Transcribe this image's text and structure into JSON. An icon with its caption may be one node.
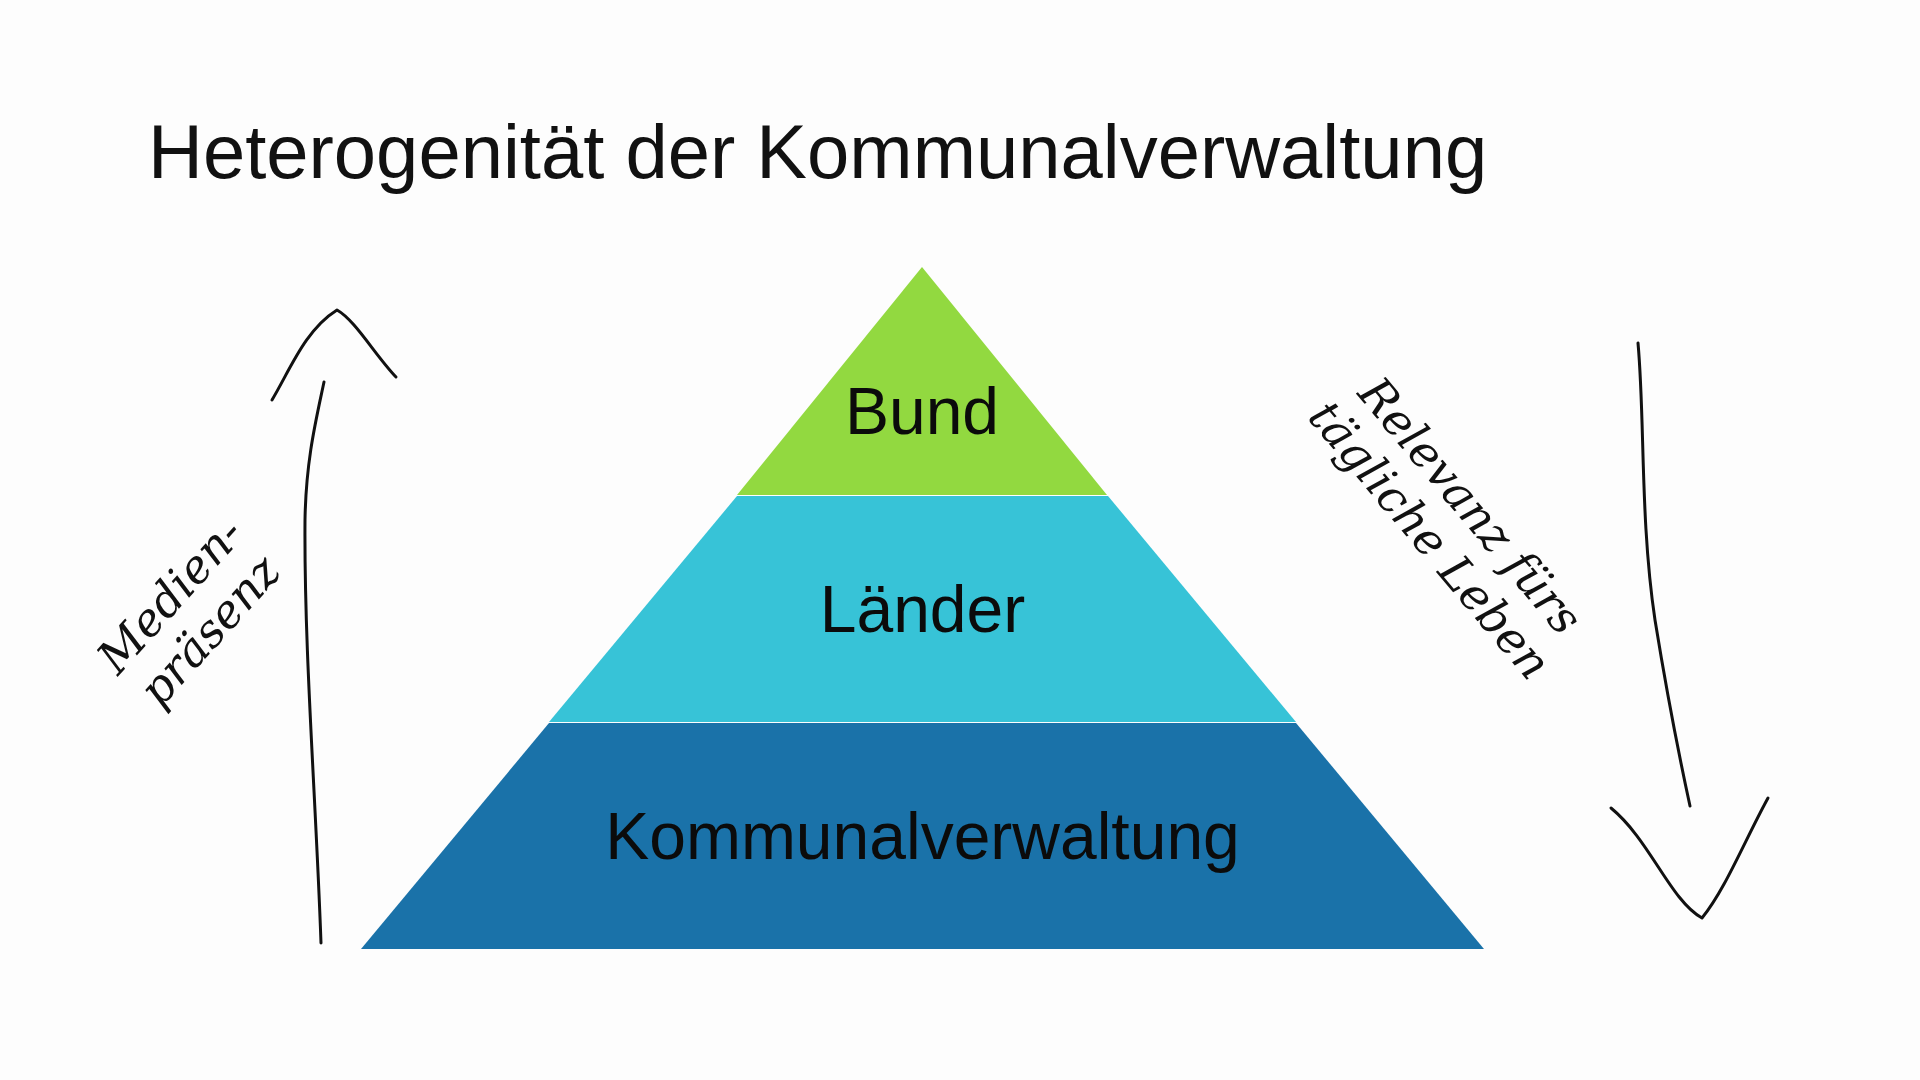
{
  "diagram": {
    "title": "Heterogenität der Kommunalverwaltung",
    "nodes": [
      {
        "text": [
          "Bund"
        ]
      },
      {
        "text": [
          "Länder"
        ]
      },
      {
        "text": [
          "Kommunalverwaltung"
        ]
      }
    ],
    "labels": [
      "Medien-präsenz",
      "Relevanz fürs tägliche Leben"
    ]
  }
}
